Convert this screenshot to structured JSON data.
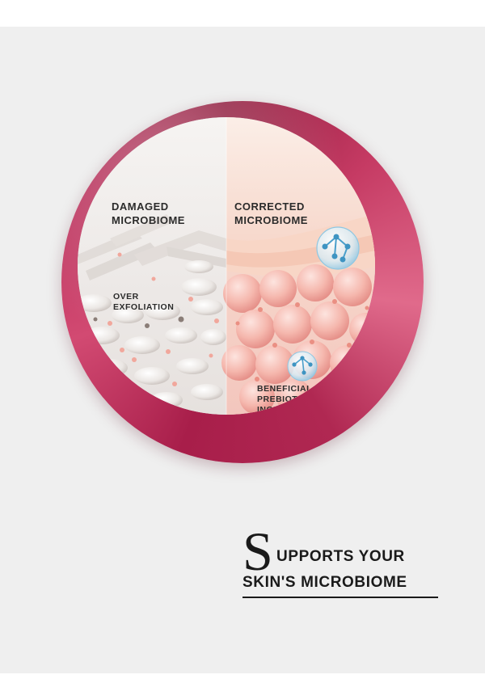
{
  "colors": {
    "panel_bg": "#efefef",
    "ring_primary": "#b52854",
    "ring_highlight": "#e06a8b",
    "text_dark": "#1a1a1a",
    "cell_pink": "#f4b3aa",
    "cell_white": "#f2f0ee",
    "molecule_blue": "#5ab0d8"
  },
  "diagram": {
    "left_title_line1": "DAMAGED",
    "left_title_line2": "MICROBIOME",
    "left_callout_line1": "OVER",
    "left_callout_line2": "EXFOLIATION",
    "right_title_line1": "CORRECTED",
    "right_title_line2": "MICROBIOME",
    "right_callout_line1": "BENEFICIAL",
    "right_callout_line2": "PREBIOTIC",
    "right_callout_line3": "INGREDIENT"
  },
  "headline": {
    "dropcap": "S",
    "line1": "UPPORTS YOUR",
    "line2": "SKIN'S MICROBIOME"
  }
}
